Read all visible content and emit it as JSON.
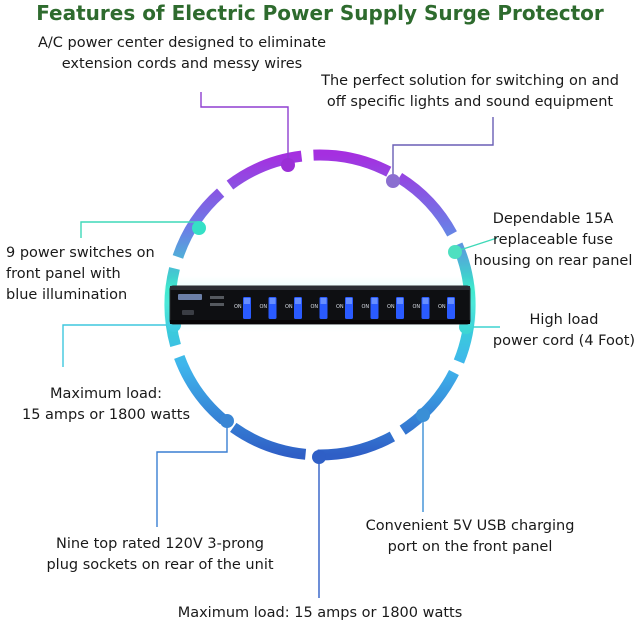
{
  "title": "Features of Electric Power Supply Surge Protector",
  "features": [
    {
      "line1": "A/C power center designed to eliminate",
      "line2": "extension cords and messy wires"
    },
    {
      "line1": "The perfect solution for switching on and",
      "line2": "off specific lights and sound equipment"
    },
    {
      "line1": "Dependable 15A",
      "line2": "replaceable fuse",
      "line3": "housing on rear panel"
    },
    {
      "line1": "9 power switches on",
      "line2": "front panel with",
      "line3": "blue illumination"
    },
    {
      "line1": "High load",
      "line2": "power cord (4 Foot)"
    },
    {
      "line1": "Maximum load:",
      "line2": "15 amps or 1800 watts"
    },
    {
      "line1": "Convenient 5V USB charging",
      "line2": "port on the front panel"
    },
    {
      "line1": "Nine top rated 120V 3-prong",
      "line2": "plug sockets on rear of the unit"
    },
    {
      "line1": "Maximum load: 15 amps or 1800 watts"
    }
  ],
  "device": {
    "switch_label": "ON",
    "switch_count": 9
  },
  "colors": {
    "title": "#2e6b2e",
    "purple": "#9b2fd6",
    "blue": "#2f63c7",
    "cyan": "#35e0c6",
    "teal_line": "#4ad8c8",
    "switch_blue": "#2a5bff"
  }
}
